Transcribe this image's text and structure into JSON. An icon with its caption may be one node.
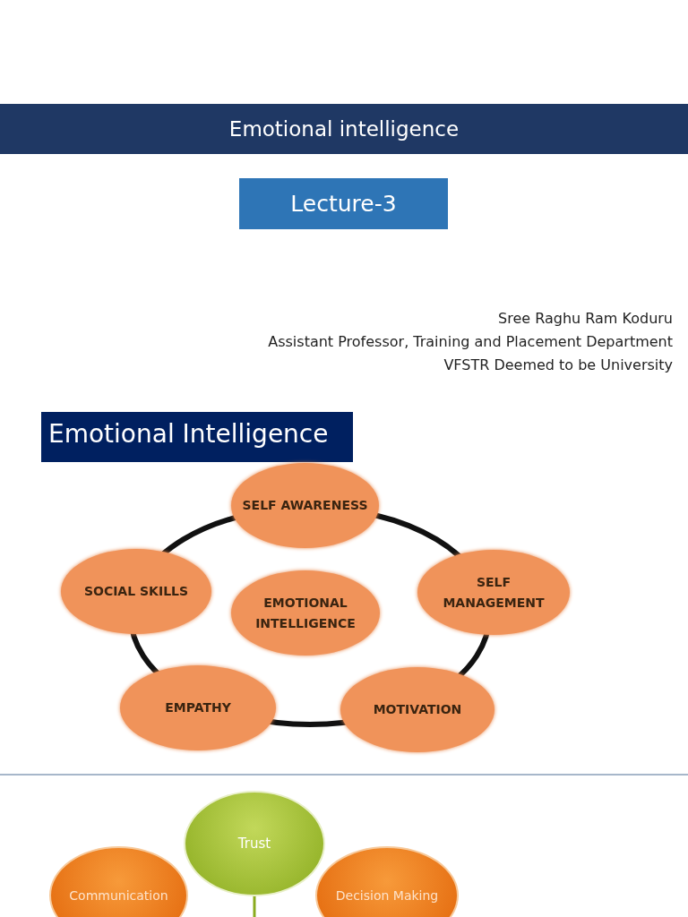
{
  "diagram": {
    "nodes": [
      {
        "text": [
          "Emotional intelligence"
        ]
      },
      {
        "text": [
          "Lecture-3"
        ]
      },
      {
        "text": [
          "Emotional Intelligence"
        ]
      },
      {
        "text": [
          "SELF AWARENESS"
        ]
      },
      {
        "text": [
          "SOCIAL SKILLS"
        ]
      },
      {
        "text": [
          "EMOTIONAL INTELLIGENCE"
        ]
      },
      {
        "text": [
          "SELF MANAGEMENT"
        ]
      },
      {
        "text": [
          "EMPATHY"
        ]
      },
      {
        "text": [
          "MOTIVATION"
        ]
      },
      {
        "text": [
          "Trust"
        ]
      },
      {
        "text": [
          "Communication"
        ]
      },
      {
        "text": [
          "Decision Making"
        ]
      }
    ],
    "labels": [
      "Sree Raghu Ram Koduru",
      "Assistant Professor, Training and Placement Department",
      "VFSTR Deemed to be University"
    ]
  }
}
